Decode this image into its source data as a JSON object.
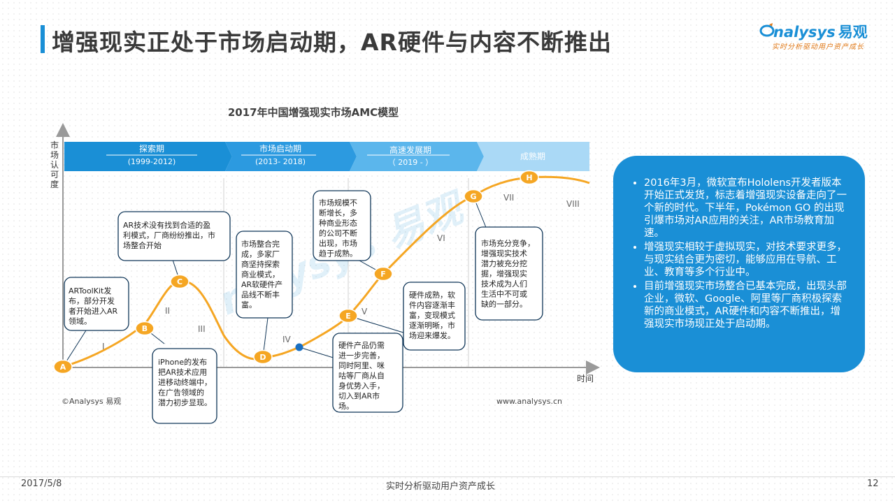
{
  "header": {
    "title": "增强现实正处于市场启动期，AR硬件与内容不断推出",
    "logo_word": "nalysys",
    "logo_cn": "易观",
    "logo_slogan": "实时分析驱动用户资产成长"
  },
  "diagram": {
    "title": "2017年中国增强现实市场AMC模型",
    "y_axis_label": "市场认可度",
    "x_axis_label": "时间",
    "phases": [
      {
        "name": "探索期",
        "period": "(1999-2012)",
        "color": "#1a8fd6"
      },
      {
        "name": "市场启动期",
        "period": "(2013- 2018)",
        "color": "#1a8fd6"
      },
      {
        "name": "高速发展期",
        "period": "（ 2019 -   ）",
        "color": "#3ea8e8"
      },
      {
        "name": "成熟期",
        "period": "",
        "color": "#a8d8f6"
      }
    ],
    "points": [
      "A",
      "B",
      "C",
      "D",
      "E",
      "F",
      "G",
      "H"
    ],
    "stages": [
      "I",
      "II",
      "III",
      "IV",
      "V",
      "VI",
      "VII",
      "VIII"
    ],
    "notes": {
      "a": [
        "ARToolKit发",
        "布，部分开发",
        "者开始进入AR",
        "领域。"
      ],
      "b": [
        "iPhone的发布",
        "把AR技术应用",
        "进移动终端中，",
        "在广告领域的",
        "潜力初步显现。"
      ],
      "c": [
        "AR技术没有找到合适的盈",
        "利模式，厂商纷纷推出，市",
        "场整合开始"
      ],
      "d": [
        "市场整合完",
        "成，多家厂",
        "商坚持探索",
        "商业模式，",
        "AR软硬件产",
        "品线不断丰",
        "富。"
      ],
      "today": [
        "硬件产品仍需",
        "进一步完善，",
        "同时阿里、咪",
        "咕等厂商从自",
        "身优势入手，",
        "切入到AR市",
        "场。"
      ],
      "e": [
        "硬件成熟，软",
        "件内容逐渐丰",
        "富，变现模式",
        "逐渐明晰，市",
        "场迎来爆发。"
      ],
      "f": [
        "市场规模不",
        "断增长，多",
        "种商业形态",
        "的公司不断",
        "出现，市场",
        "趋于成熟。"
      ],
      "g": [
        "市场充分竞争，",
        "增强现实技术",
        "潜力被充分挖",
        "掘，增强现实",
        "技术成为人们",
        "生活中不可或",
        "缺的一部分。"
      ]
    },
    "copyright": "©Analysys 易观",
    "website": "www.analysys.cn",
    "watermark": "nalysys 易观"
  },
  "info": {
    "bullets": [
      "2016年3月，微软宣布Hololens开发者版本开始正式发货，标志着增强现实设备走向了一个新的时代。下半年，Pokémon GO 的出现引爆市场对AR应用的关注，AR市场教育加速。",
      "增强现实相较于虚拟现实，对技术要求更多，与现实结合更为密切，能够应用在导航、工业、教育等多个行业中。",
      "目前增强现实市场整合已基本完成，出现头部企业，微软、Google、阿里等厂商积极探索新的商业模式，AR硬件和内容不断推出，增强现实市场现正处于启动期。"
    ]
  },
  "footer": {
    "date": "2017/5/8",
    "slogan": "实时分析驱动用户资产成长",
    "page": "12"
  },
  "colors": {
    "brand_blue": "#1a8fd6",
    "curve_orange": "#f5a623",
    "point_fill": "#f5a623",
    "today_dot": "#1a6fc0"
  }
}
